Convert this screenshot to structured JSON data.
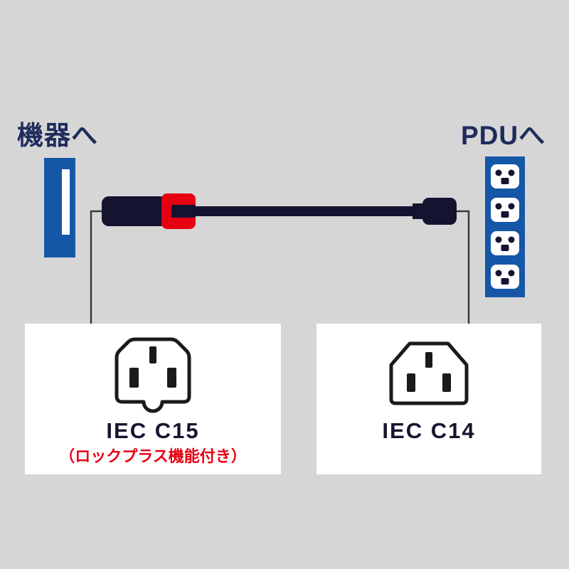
{
  "diagram": {
    "left_endpoint_label": "機器へ",
    "right_endpoint_label": "PDUへ"
  },
  "cards": {
    "left": {
      "title": "IEC C15",
      "note": "（ロックプラス機能付き）"
    },
    "right": {
      "title": "IEC C14"
    }
  },
  "icons": {
    "device": "device-panel-icon",
    "pdu": "pdu-outlet-strip-icon",
    "cable": "power-cable-icon",
    "lock": "lock-plus-collar-icon",
    "c15_face": "iec-c15-connector-face-icon",
    "c14_face": "iec-c14-connector-face-icon"
  },
  "colors": {
    "background": "#d6d6d6",
    "navy_text": "#1e2c5c",
    "device_blue": "#1557a6",
    "cable_dark": "#141430",
    "lock_red": "#e60012",
    "card_white": "#ffffff",
    "outline_black": "#1a1a1a"
  }
}
